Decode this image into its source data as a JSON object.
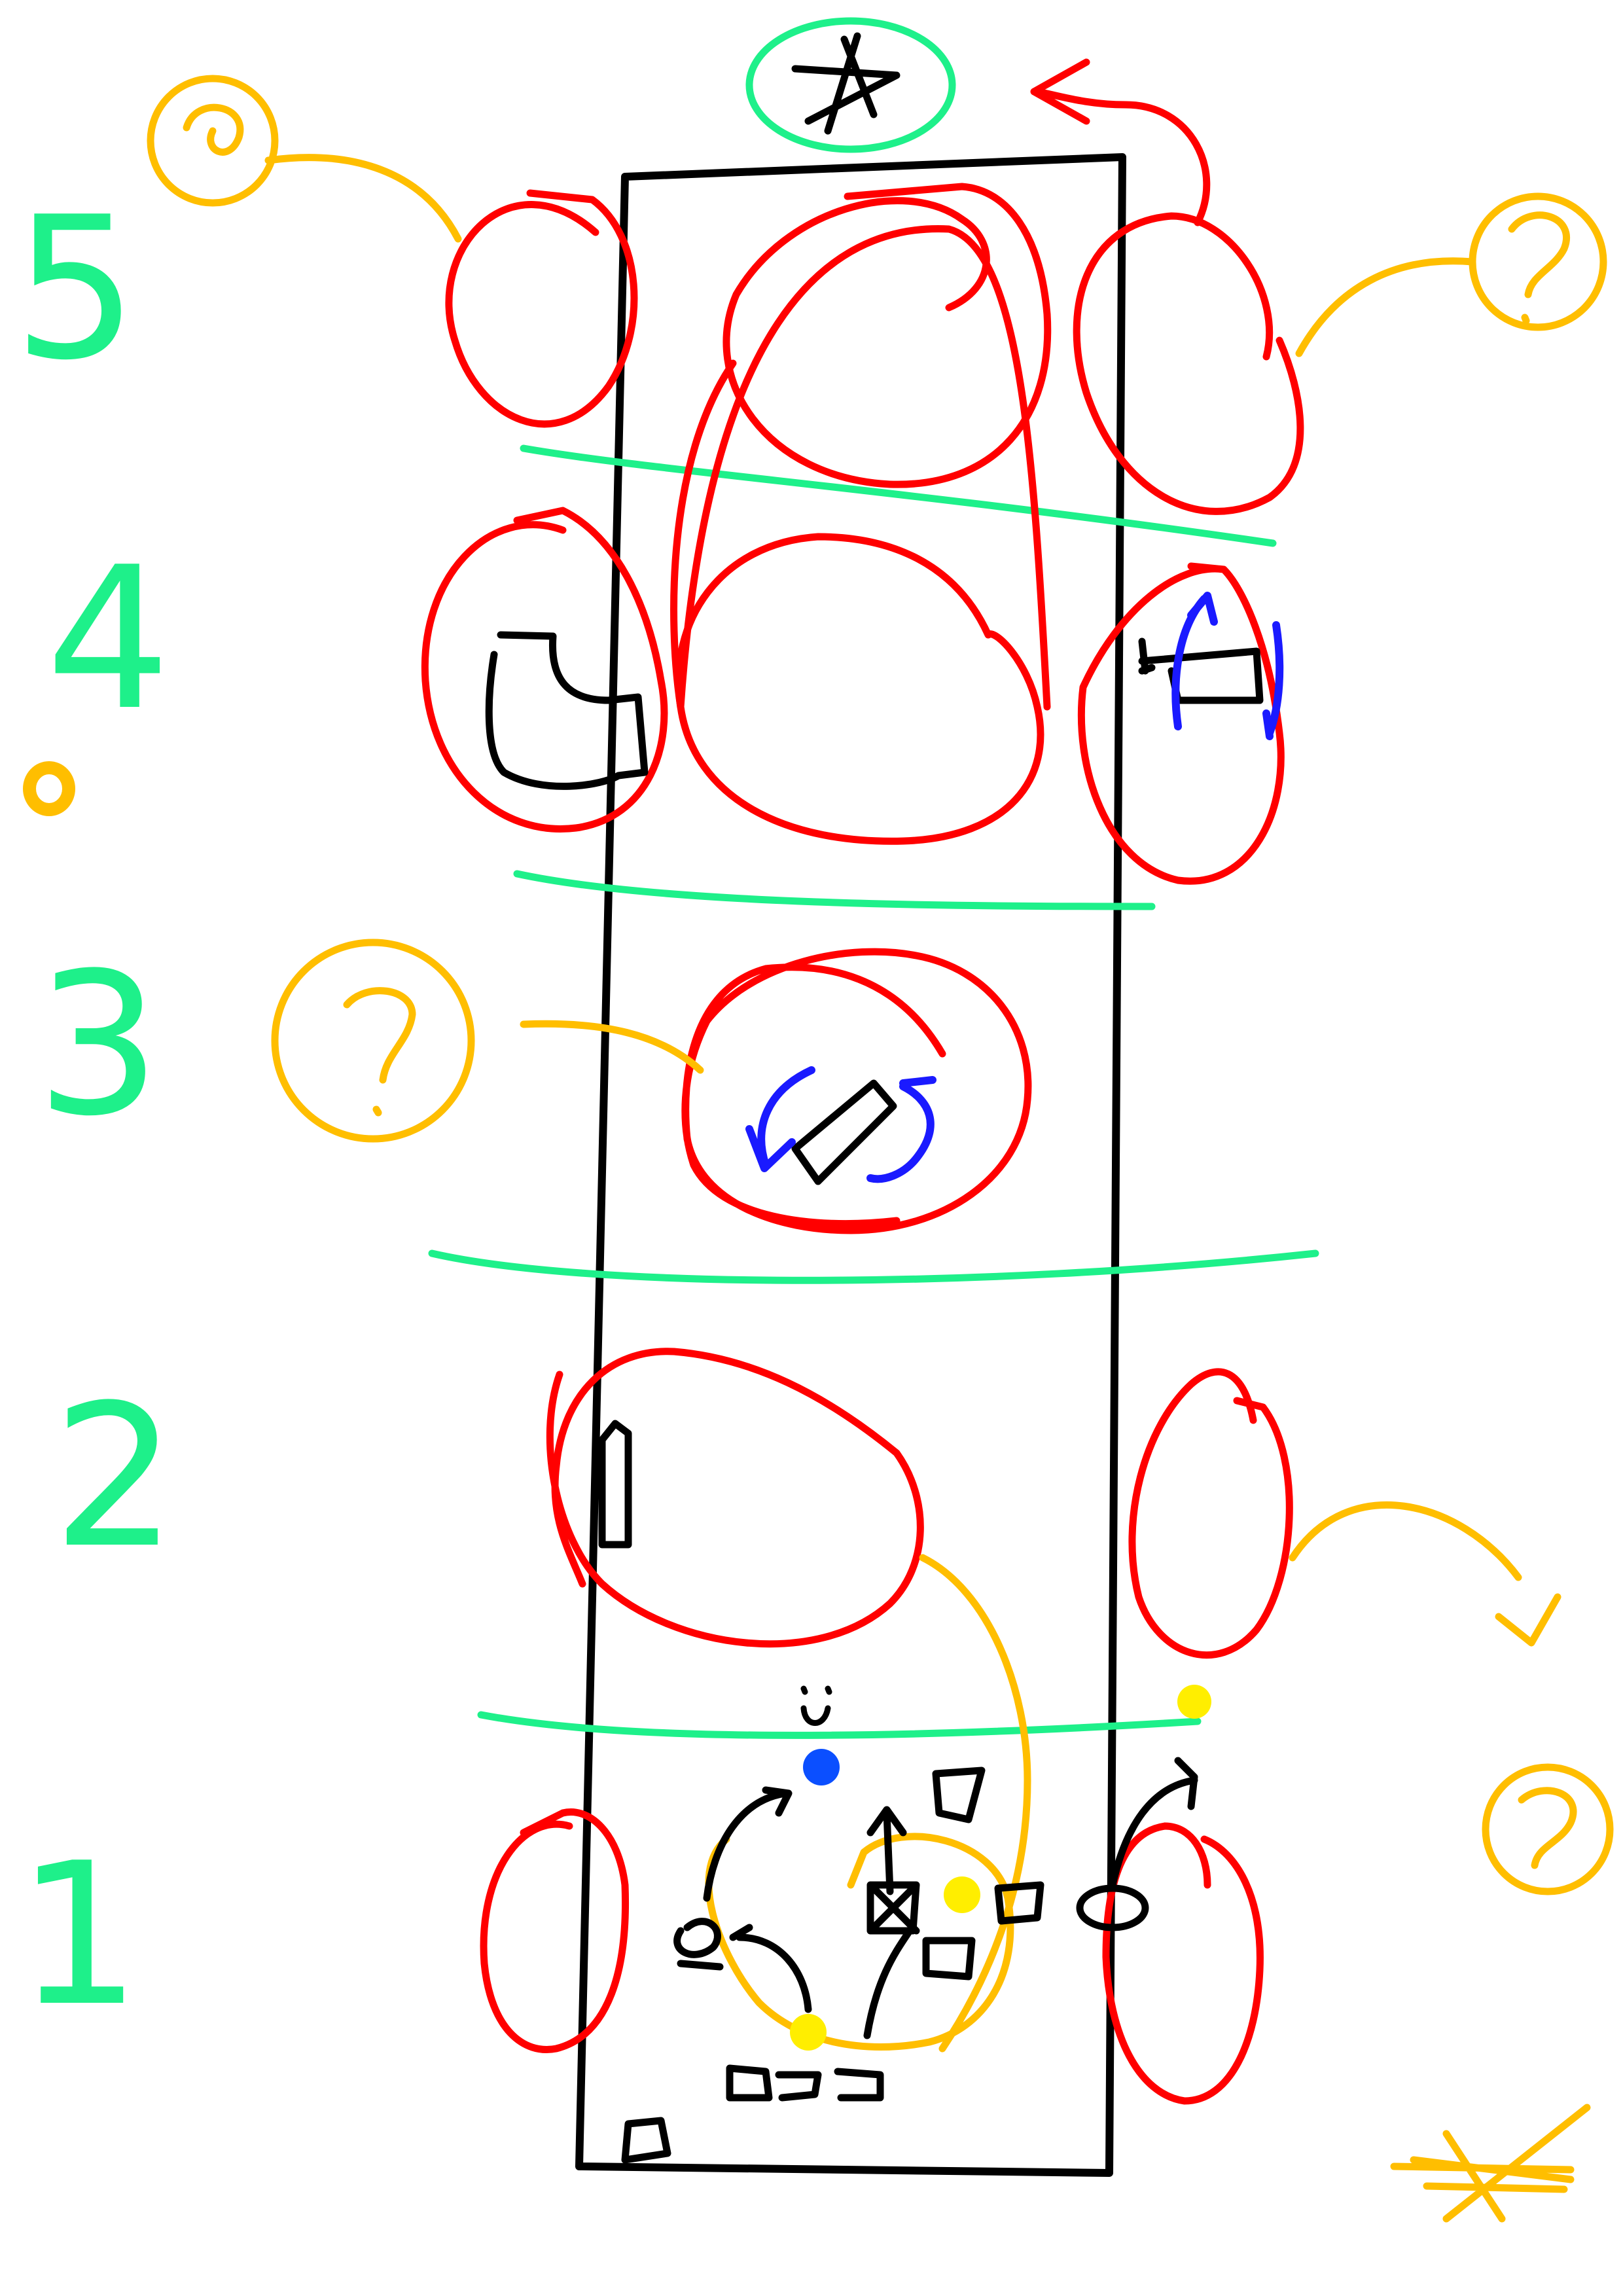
{
  "sketch": {
    "levels": {
      "level5": "5",
      "level4": "4",
      "level3": "3",
      "level2": "2",
      "level1": "1"
    },
    "colors": {
      "frame": "#000000",
      "circles": "#ff0000",
      "dividers": "#1ef08a",
      "notes": "#ffbe00",
      "arrows_blue": "#1a1aff",
      "dots_yellow": "#ffee00",
      "dot_blue": "#0b4fff"
    },
    "icons": {
      "top": "star-icon",
      "bottom_right": "asterisk-icon",
      "question_marks": "question-circle-icon"
    }
  }
}
